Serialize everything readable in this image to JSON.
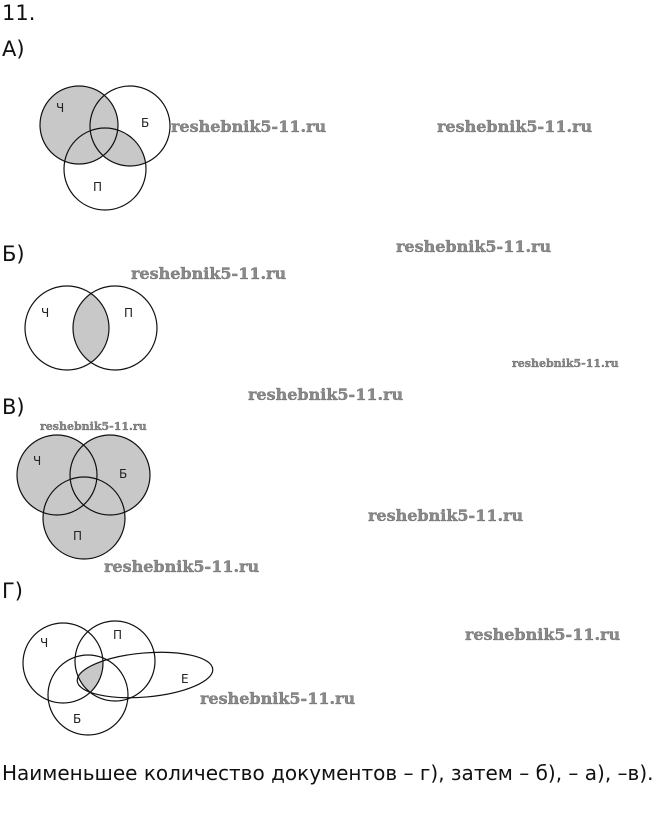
{
  "problem_number": "11.",
  "parts": [
    {
      "label": "А)",
      "sets": [
        "Ч",
        "Б",
        "П"
      ]
    },
    {
      "label": "Б)",
      "sets": [
        "Ч",
        "П"
      ]
    },
    {
      "label": "В)",
      "sets": [
        "Ч",
        "Б",
        "П"
      ]
    },
    {
      "label": "Г)",
      "sets": [
        "Ч",
        "П",
        "Б",
        "Е"
      ]
    }
  ],
  "answer": "Наименьшее количество документов – г), затем – б), – а), –в).",
  "watermark": "reshebnik5-11.ru",
  "colors": {
    "shade": "#c8c8c8",
    "watermark": "#8a8a8a"
  }
}
